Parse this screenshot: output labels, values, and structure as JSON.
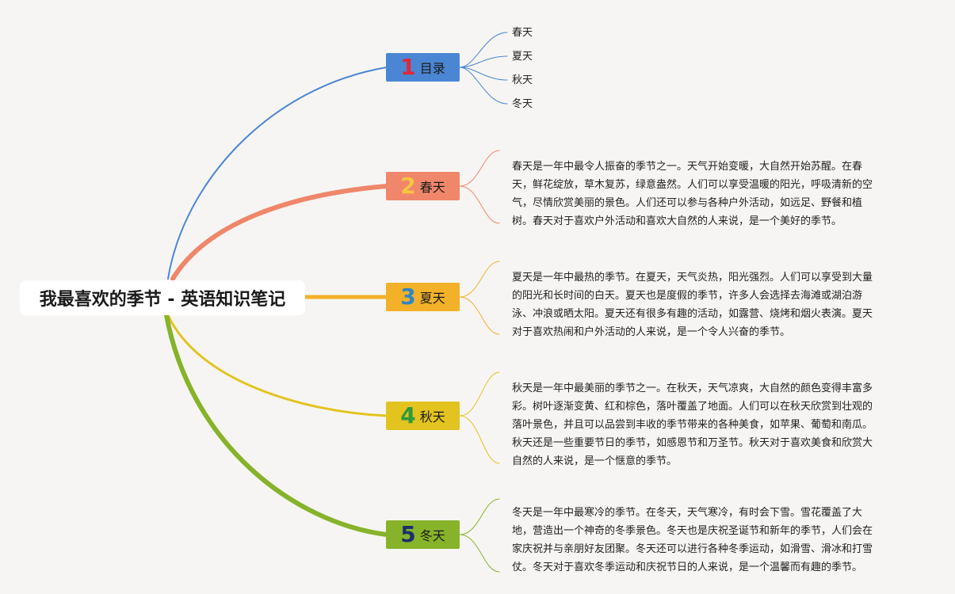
{
  "root": {
    "title": "我最喜欢的季节 - 英语知识笔记"
  },
  "branches": [
    {
      "number": "1",
      "label": "目录",
      "color": "#4a86d4",
      "line_color": "#4a86d4",
      "number_color": "#e0283a"
    },
    {
      "number": "2",
      "label": "春天",
      "color": "#f0866a",
      "line_color": "#f0866a",
      "number_color": "#f5c542"
    },
    {
      "number": "3",
      "label": "夏天",
      "color": "#f2b129",
      "line_color": "#f2b129",
      "number_color": "#2f86c6"
    },
    {
      "number": "4",
      "label": "秋天",
      "color": "#e3c320",
      "line_color": "#e3c320",
      "number_color": "#2e9a3a"
    },
    {
      "number": "5",
      "label": "冬天",
      "color": "#86b32a",
      "line_color": "#86b32a",
      "number_color": "#1c2f6b"
    }
  ],
  "toc": [
    "春天",
    "夏天",
    "秋天",
    "冬天"
  ],
  "paragraphs": [
    [
      "春天是一年中最令人振奋的季节之一。天气开始变暖，大自然开始苏醒。在春",
      "天，鲜花绽放，草木复苏，绿意盎然。人们可以享受温暖的阳光，呼吸清新的空",
      "气，尽情欣赏美丽的景色。人们还可以参与各种户外活动，如远足、野餐和植",
      "树。春天对于喜欢户外活动和喜欢大自然的人来说，是一个美好的季节。"
    ],
    [
      "夏天是一年中最热的季节。在夏天，天气炎热，阳光强烈。人们可以享受到大量",
      "的阳光和长时间的白天。夏天也是度假的季节，许多人会选择去海滩或湖泊游",
      "泳、冲浪或晒太阳。夏天还有很多有趣的活动，如露营、烧烤和烟火表演。夏天",
      "对于喜欢热闹和户外活动的人来说，是一个令人兴奋的季节。"
    ],
    [
      "秋天是一年中最美丽的季节之一。在秋天，天气凉爽，大自然的颜色变得丰富多",
      "彩。树叶逐渐变黄、红和棕色，落叶覆盖了地面。人们可以在秋天欣赏到壮观的",
      "落叶景色，并且可以品尝到丰收的季节带来的各种美食，如苹果、葡萄和南瓜。",
      "秋天还是一些重要节日的季节，如感恩节和万圣节。秋天对于喜欢美食和欣赏大",
      "自然的人来说，是一个惬意的季节。"
    ],
    [
      "冬天是一年中最寒冷的季节。在冬天，天气寒冷，有时会下雪。雪花覆盖了大",
      "地，营造出一个神奇的冬季景色。冬天也是庆祝圣诞节和新年的季节，人们会在",
      "家庆祝并与亲朋好友团聚。冬天还可以进行各种冬季运动，如滑雪、滑冰和打雪",
      "仗。冬天对于喜欢冬季运动和庆祝节日的人来说，是一个温馨而有趣的季节。"
    ]
  ]
}
